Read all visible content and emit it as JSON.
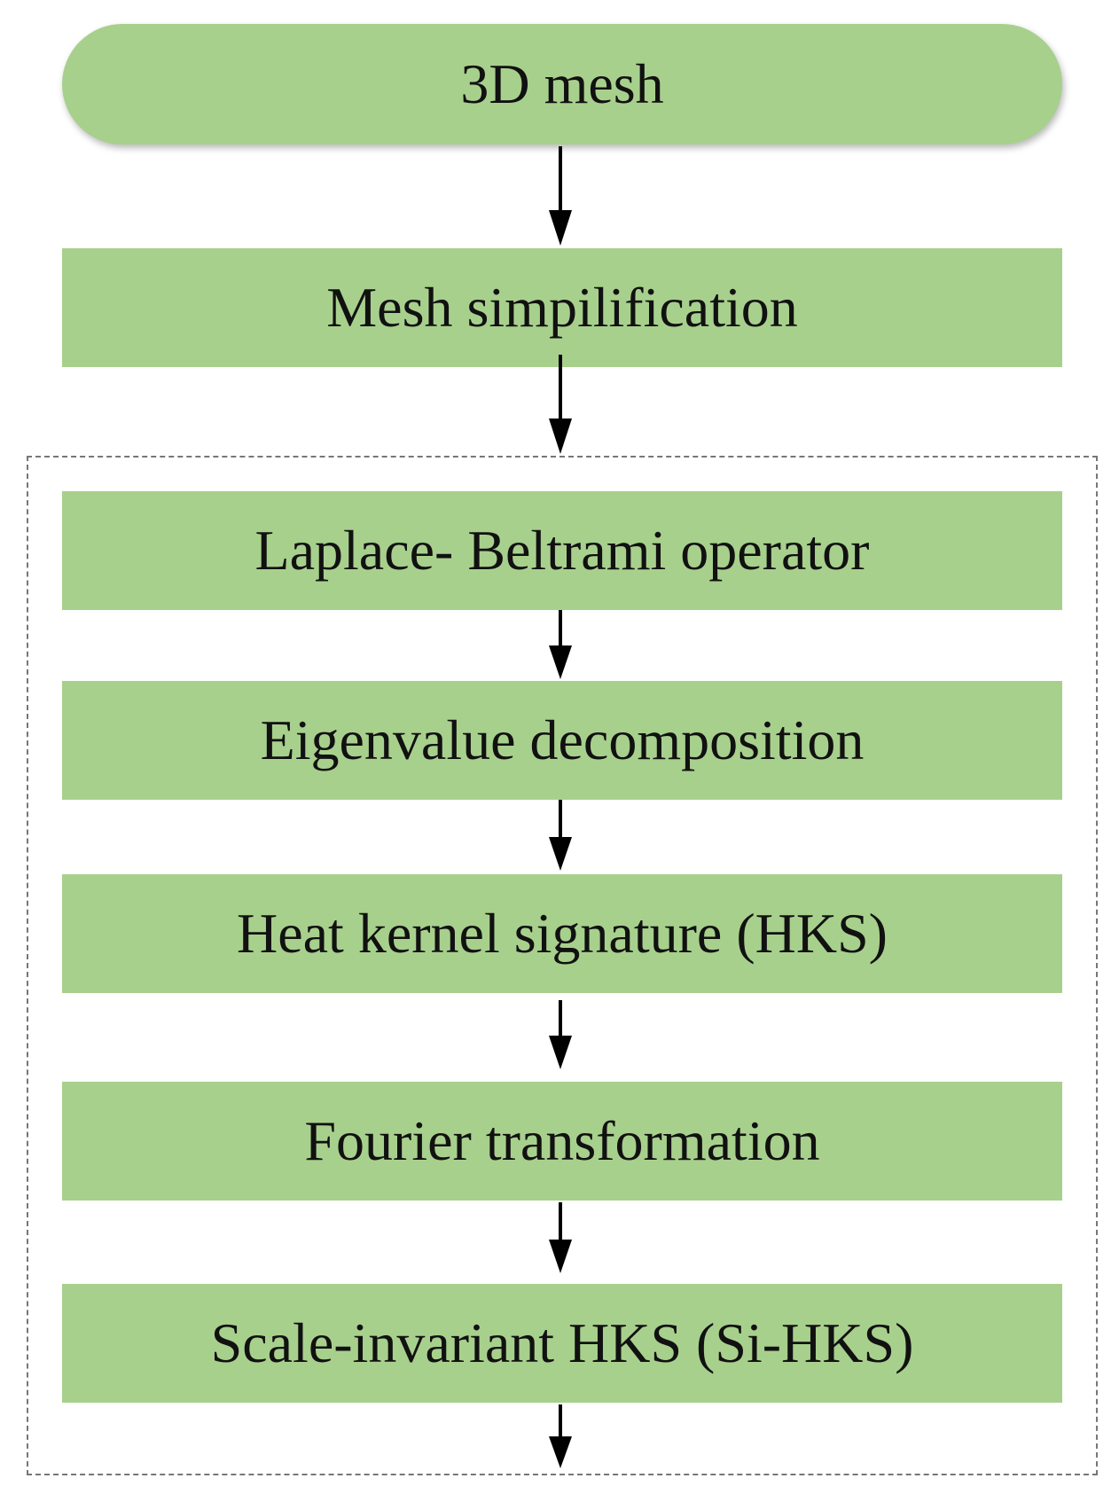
{
  "flowchart": {
    "start": "3D mesh",
    "step1": "Mesh simpilification",
    "group_steps": [
      "Laplace- Beltrami operator",
      "Eigenvalue decomposition",
      "Heat kernel signature (HKS)",
      "Fourier transformation",
      "Scale-invariant HKS (Si-HKS)"
    ]
  },
  "colors": {
    "node_fill": "#a8d08d",
    "arrow": "#000000",
    "group_border": "#777777"
  },
  "icons": {
    "arrow": "arrow-down-icon"
  }
}
